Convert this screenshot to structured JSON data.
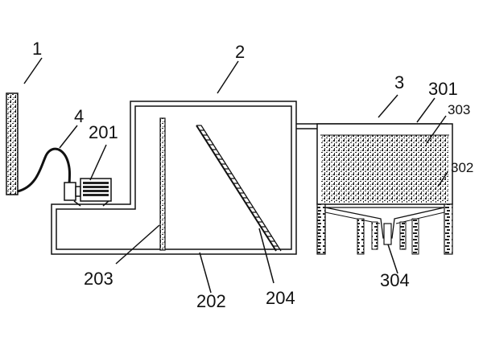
{
  "diagram": {
    "labels": {
      "l1": "1",
      "l2": "2",
      "l3": "3",
      "l4": "4",
      "l201": "201",
      "l202": "202",
      "l203": "203",
      "l204": "204",
      "l301": "301",
      "l302": "302",
      "l303": "303",
      "l304": "304"
    },
    "colors": {
      "line": "#111111",
      "fill": "#ffffff",
      "texture": "#222222"
    }
  }
}
